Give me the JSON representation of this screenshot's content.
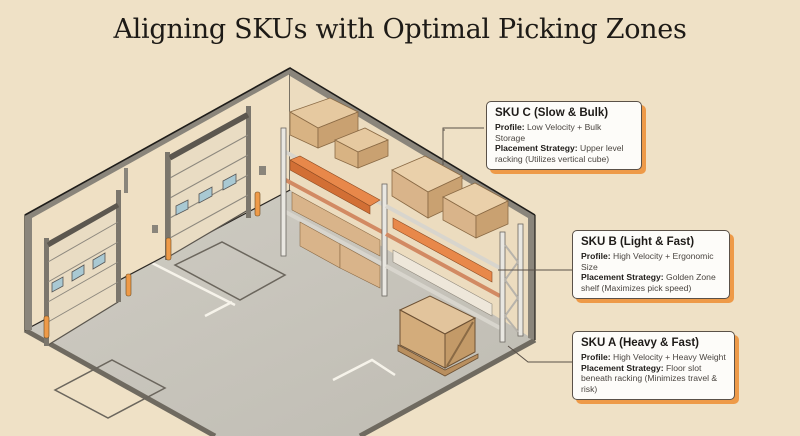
{
  "title": "Aligning SKUs with Optimal Picking Zones",
  "colors": {
    "background": "#efe1c6",
    "wall": "#efe0c4",
    "floor": "#c9c6bd",
    "accent_orange": "#ee9a48",
    "box": "#d9b48a",
    "box_orange": "#e8884a",
    "rack": "#e9e7e1"
  },
  "illustration": {
    "description": "Isometric warehouse cutaway with two loading dock doors, pallet racking, and a floor crate",
    "elements": [
      "loading-dock-door-1",
      "loading-dock-door-2",
      "pallet-rack-left",
      "pallet-rack-right",
      "floor-crate"
    ]
  },
  "callouts": [
    {
      "id": "sku-c",
      "heading": "SKU C (Slow & Bulk)",
      "profile_label": "Profile:",
      "profile_value": "Low Velocity + Bulk Storage",
      "strategy_label": "Placement Strategy:",
      "strategy_value": "Upper level racking (Utilizes vertical cube)"
    },
    {
      "id": "sku-b",
      "heading": "SKU B (Light & Fast)",
      "profile_label": "Profile:",
      "profile_value": "High Velocity + Ergonomic Size",
      "strategy_label": "Placement Strategy:",
      "strategy_value": "Golden Zone shelf (Maximizes pick speed)"
    },
    {
      "id": "sku-a",
      "heading": "SKU A (Heavy & Fast)",
      "profile_label": "Profile:",
      "profile_value": "High Velocity + Heavy Weight",
      "strategy_label": "Placement Strategy:",
      "strategy_value": "Floor slot beneath racking (Minimizes travel & risk)"
    }
  ]
}
